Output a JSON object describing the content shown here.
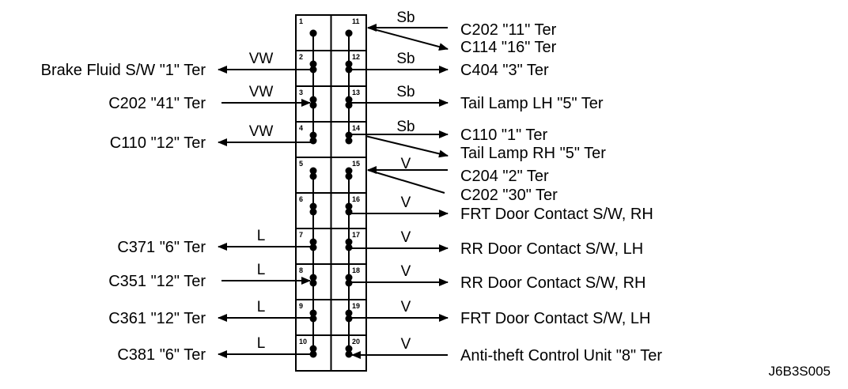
{
  "connector": {
    "left_pins": [
      "1",
      "2",
      "3",
      "4",
      "5",
      "6",
      "7",
      "8",
      "9",
      "10"
    ],
    "right_pins": [
      "11",
      "12",
      "13",
      "14",
      "15",
      "16",
      "17",
      "18",
      "19",
      "20"
    ]
  },
  "left_rows": [
    {
      "pin": "1"
    },
    {
      "pin": "2",
      "wire": "VW",
      "label": "Brake Fluid S/W  \"1\" Ter",
      "dir": "out"
    },
    {
      "pin": "3",
      "wire": "VW",
      "label": "C202  \"41\" Ter",
      "dir": "in"
    },
    {
      "pin": "4",
      "wire": "VW",
      "label": "C110  \"12\" Ter",
      "dir": "out"
    },
    {
      "pin": "5"
    },
    {
      "pin": "6"
    },
    {
      "pin": "7",
      "wire": "L",
      "label": "C371  \"6\" Ter",
      "dir": "out"
    },
    {
      "pin": "8",
      "wire": "L",
      "label": "C351  \"12\" Ter",
      "dir": "in"
    },
    {
      "pin": "9",
      "wire": "L",
      "label": "C361  \"12\" Ter",
      "dir": "out"
    },
    {
      "pin": "10",
      "wire": "L",
      "label": "C381  \"6\" Ter",
      "dir": "out"
    }
  ],
  "right_rows": [
    {
      "pin": "11",
      "wire": "Sb",
      "labels": [
        "C202  \"11\" Ter",
        "C114 \"16\" Ter"
      ],
      "dir": "split-in-out"
    },
    {
      "pin": "12",
      "wire": "Sb",
      "labels": [
        "C404  \"3\" Ter"
      ],
      "dir": "out"
    },
    {
      "pin": "13",
      "wire": "Sb",
      "labels": [
        "Tail Lamp LH \"5\" Ter"
      ],
      "dir": "out"
    },
    {
      "pin": "14",
      "wire": "Sb",
      "labels": [
        "C110  \"1\" Ter",
        "Tail Lamp RH \"5\" Ter"
      ],
      "dir": "split-out"
    },
    {
      "pin": "15",
      "wire": "V",
      "labels": [
        "C204  \"2\" Ter",
        "C202  \"30\" Ter"
      ],
      "dir": "split-in"
    },
    {
      "pin": "16",
      "wire": "V",
      "labels": [
        "FRT Door Contact S/W, RH"
      ],
      "dir": "out"
    },
    {
      "pin": "17",
      "wire": "V",
      "labels": [
        "RR Door  Contact S/W, LH"
      ],
      "dir": "out"
    },
    {
      "pin": "18",
      "wire": "V",
      "labels": [
        "RR Door Contact S/W, RH"
      ],
      "dir": "out"
    },
    {
      "pin": "19",
      "wire": "V",
      "labels": [
        "FRT Door  Contact S/W, LH"
      ],
      "dir": "out"
    },
    {
      "pin": "20",
      "wire": "V",
      "labels": [
        "Anti-theft Control Unit  \"8\" Ter"
      ],
      "dir": "in"
    }
  ],
  "figure_code": "J6B3S005"
}
